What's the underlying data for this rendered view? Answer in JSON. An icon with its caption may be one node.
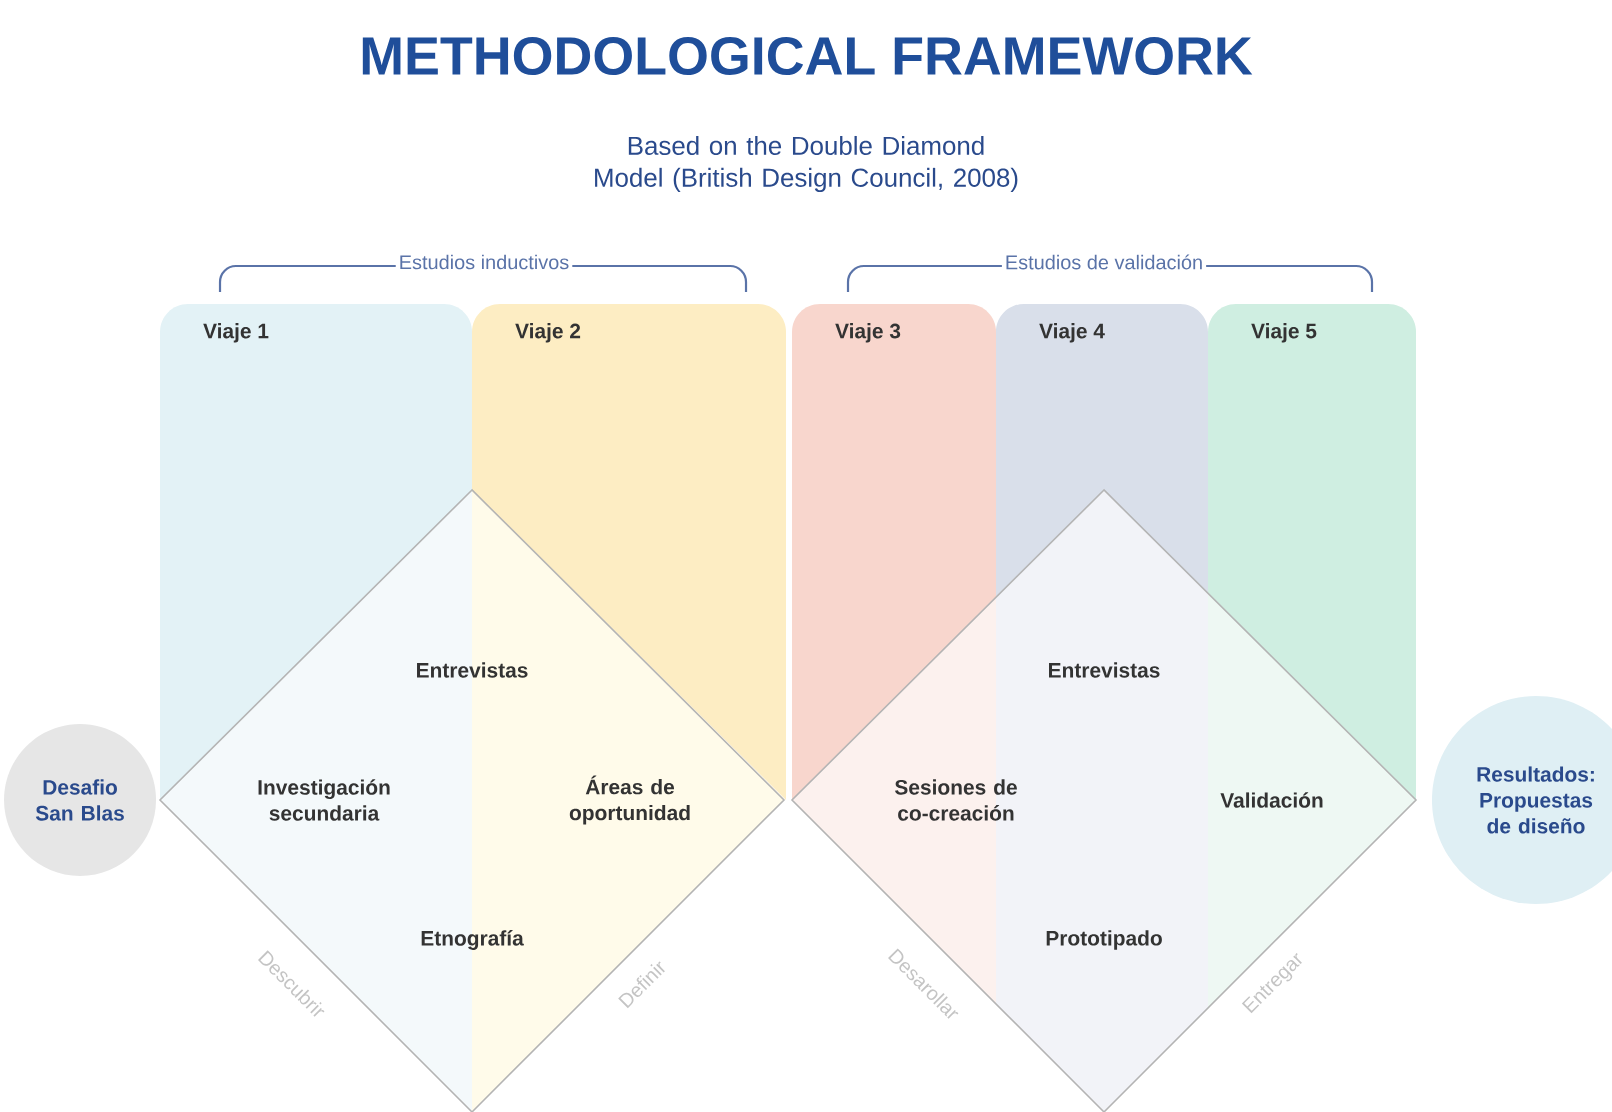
{
  "diagram": {
    "title": "METHODOLOGICAL FRAMEWORK",
    "nodes": [
      {
        "text": [
          "Viaje 1"
        ]
      },
      {
        "text": [
          "Viaje 2"
        ]
      },
      {
        "text": [
          "Viaje 3"
        ]
      },
      {
        "text": [
          "Viaje 4"
        ]
      },
      {
        "text": [
          "Viaje 5"
        ]
      },
      {
        "text": [
          "Desafio San Blas"
        ]
      },
      {
        "text": [
          "Entrevistas",
          "Investigación secundaria",
          "Áreas de oportunidad",
          "Etnografía"
        ],
        "beside": [
          "Descubrir",
          "Definir"
        ]
      },
      {
        "text": [
          "Entrevistas",
          "Sesiones de co-creación",
          "Validación",
          "Prototipado"
        ],
        "beside": [
          "Desarollar",
          "Entregar"
        ]
      },
      {
        "text": [
          "Resultados: Propuestas de diseño"
        ]
      }
    ],
    "edges": [],
    "labels": [
      "Based on the Double Diamond Model (British Design Council, 2008)",
      "Estudios inductivos",
      "Estudios de validación"
    ]
  }
}
